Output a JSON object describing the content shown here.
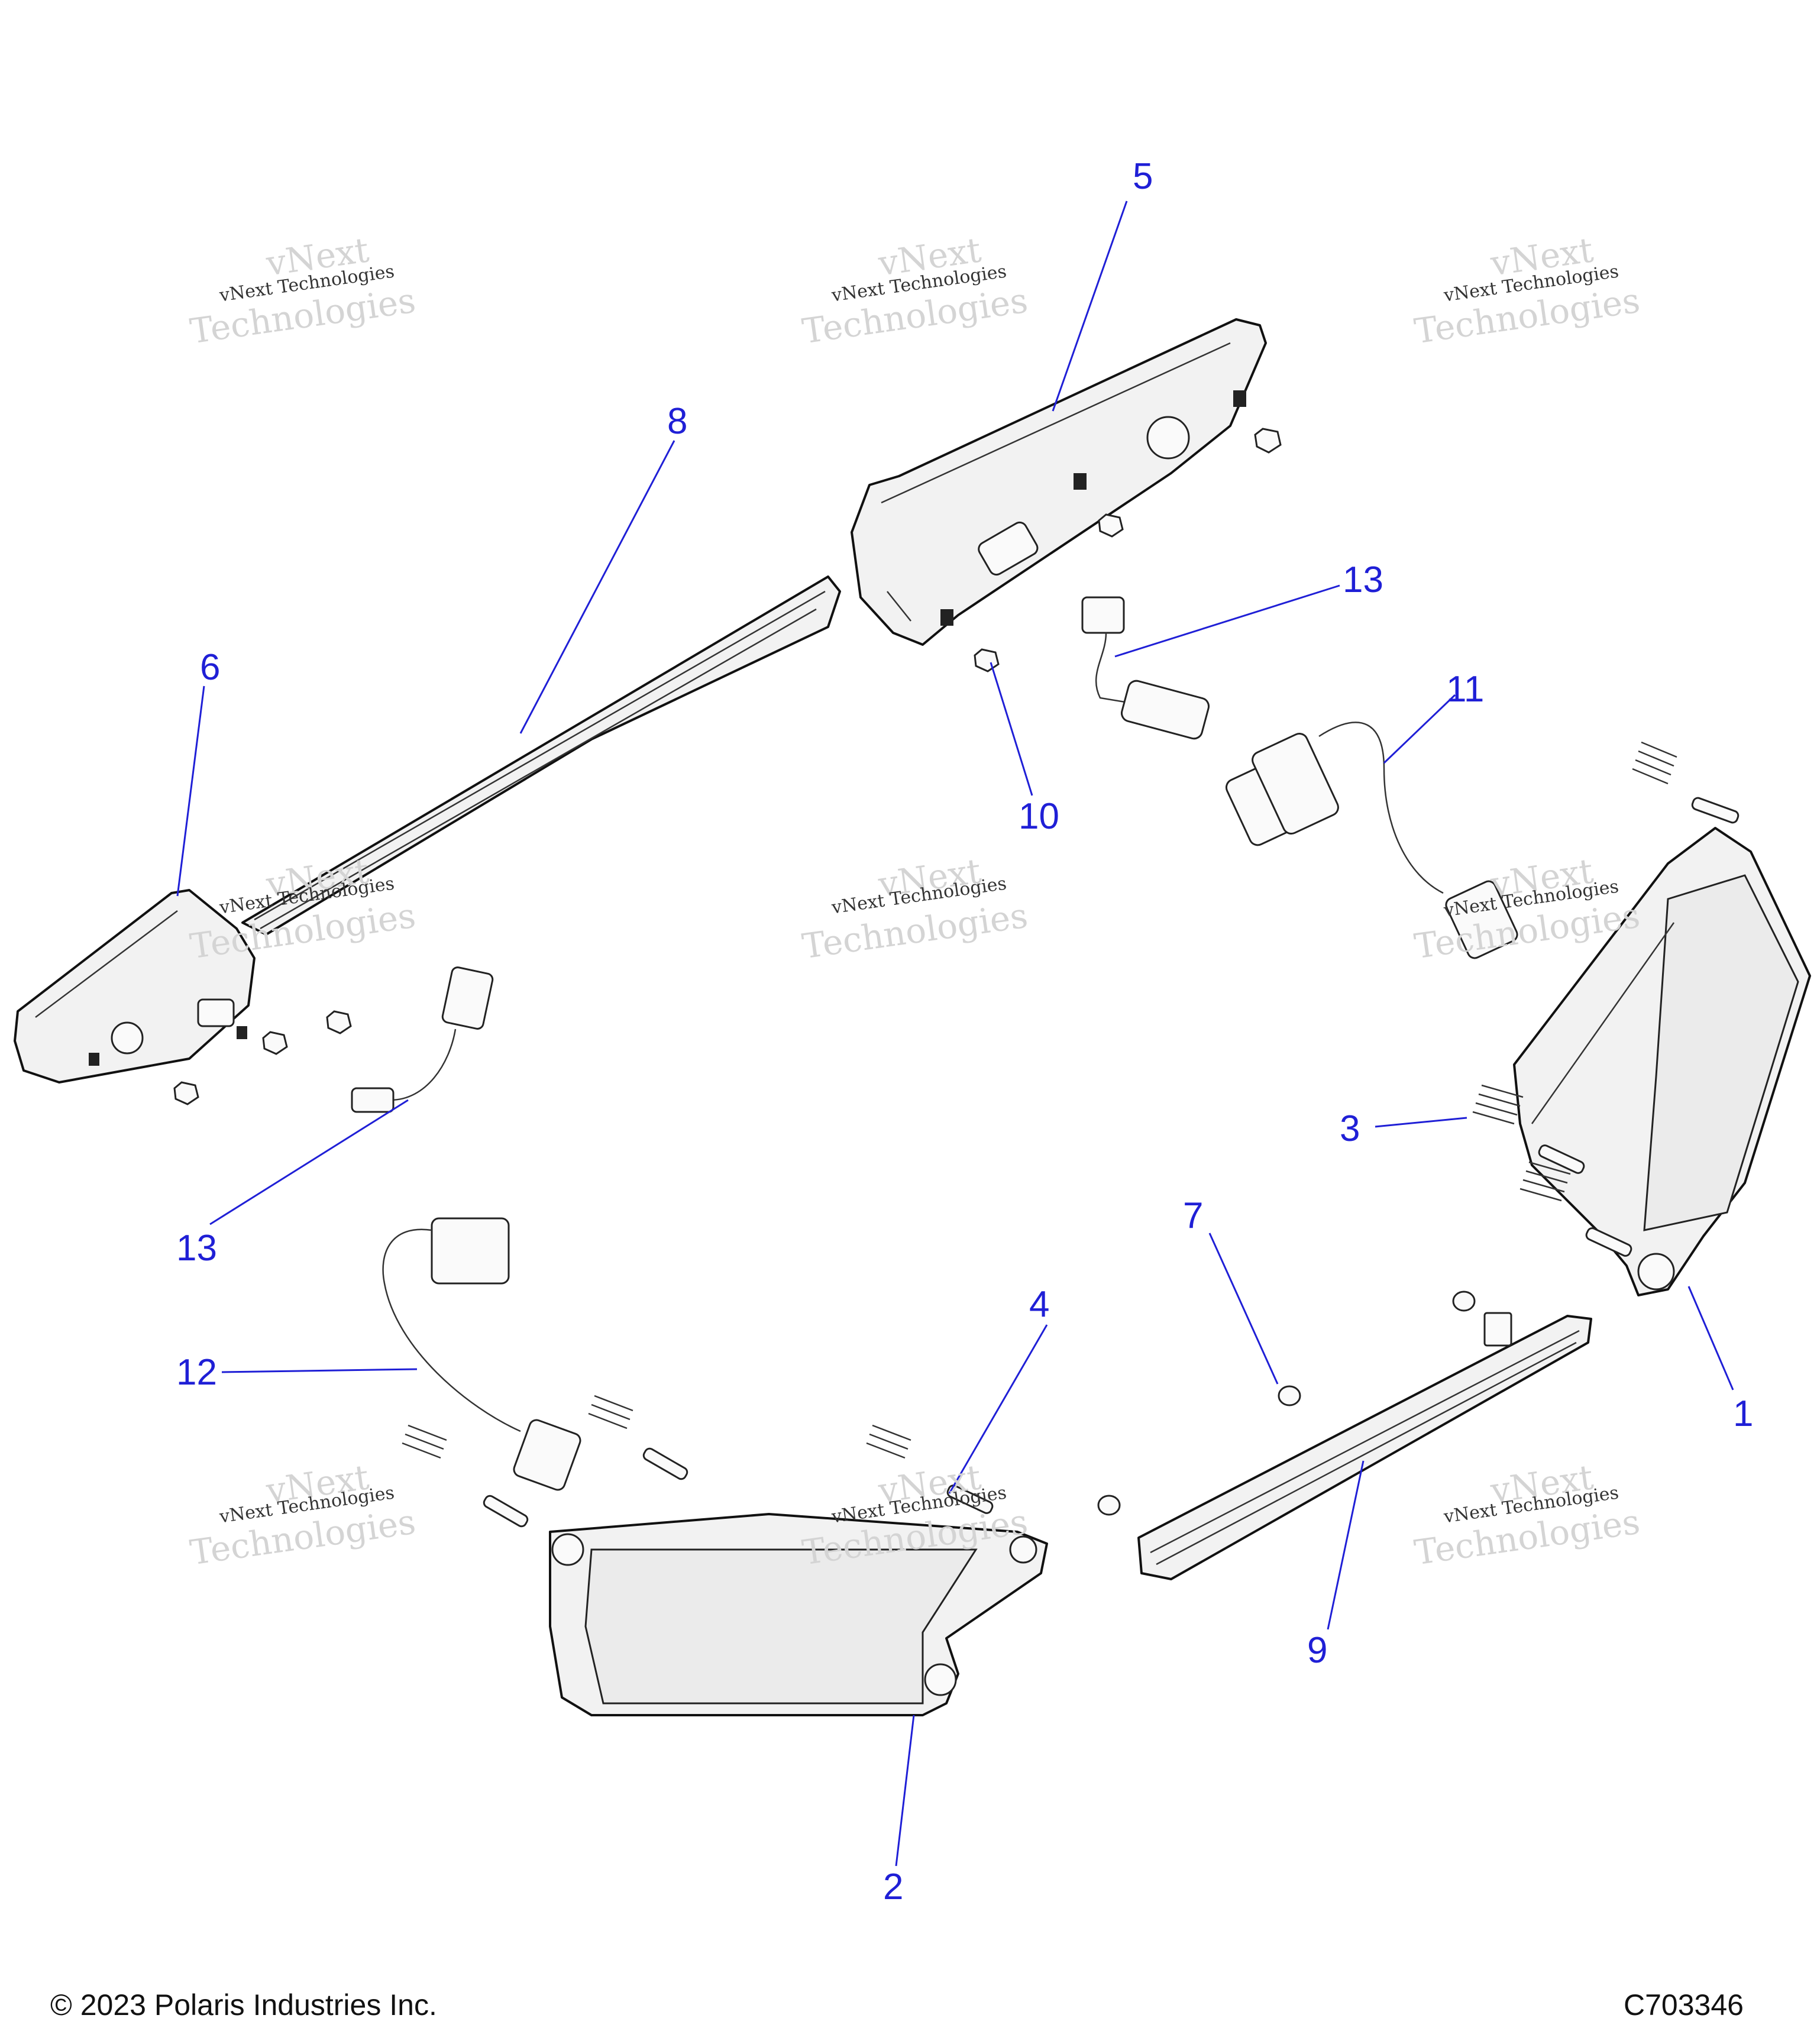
{
  "callouts": [
    {
      "id": "1",
      "label": "1"
    },
    {
      "id": "2",
      "label": "2"
    },
    {
      "id": "3",
      "label": "3"
    },
    {
      "id": "4",
      "label": "4"
    },
    {
      "id": "5",
      "label": "5"
    },
    {
      "id": "6",
      "label": "6"
    },
    {
      "id": "7",
      "label": "7"
    },
    {
      "id": "8",
      "label": "8"
    },
    {
      "id": "9",
      "label": "9"
    },
    {
      "id": "10",
      "label": "10"
    },
    {
      "id": "11",
      "label": "11"
    },
    {
      "id": "12",
      "label": "12"
    },
    {
      "id": "13a",
      "label": "13"
    },
    {
      "id": "13b",
      "label": "13"
    }
  ],
  "watermark": {
    "brand": "vNext Technologies",
    "line_a": "vNext",
    "line_b": "Technologies"
  },
  "footer": {
    "copyright": "© 2023 Polaris Industries Inc.",
    "drawing_number": "C703346"
  },
  "colors": {
    "callout": "#1f1fd6",
    "line_art": "#111111",
    "watermark": "#cfcfcf"
  }
}
